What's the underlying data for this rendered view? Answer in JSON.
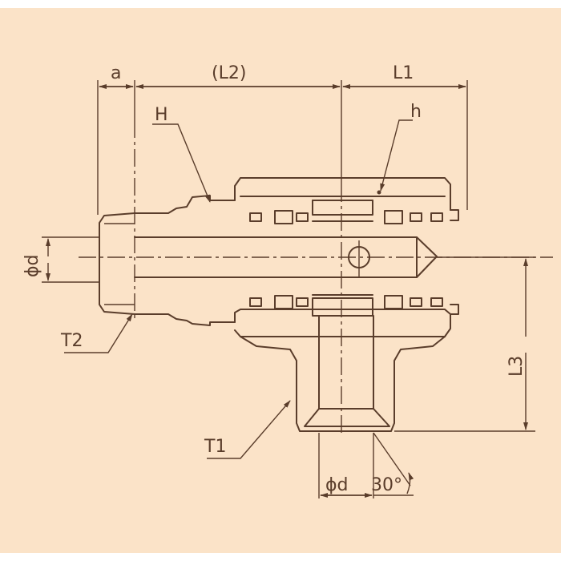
{
  "colors": {
    "background": "#fbe3c8",
    "line": "#5a3d2b",
    "frame": "#ffffff"
  },
  "labels": {
    "a": "a",
    "L2": "(L2)",
    "L1": "L1",
    "H": "H",
    "h": "h",
    "d_left": "ϕd",
    "T2": "T2",
    "T1": "T1",
    "L3": "L3",
    "d_bottom": "ϕd",
    "angle": "30°"
  }
}
